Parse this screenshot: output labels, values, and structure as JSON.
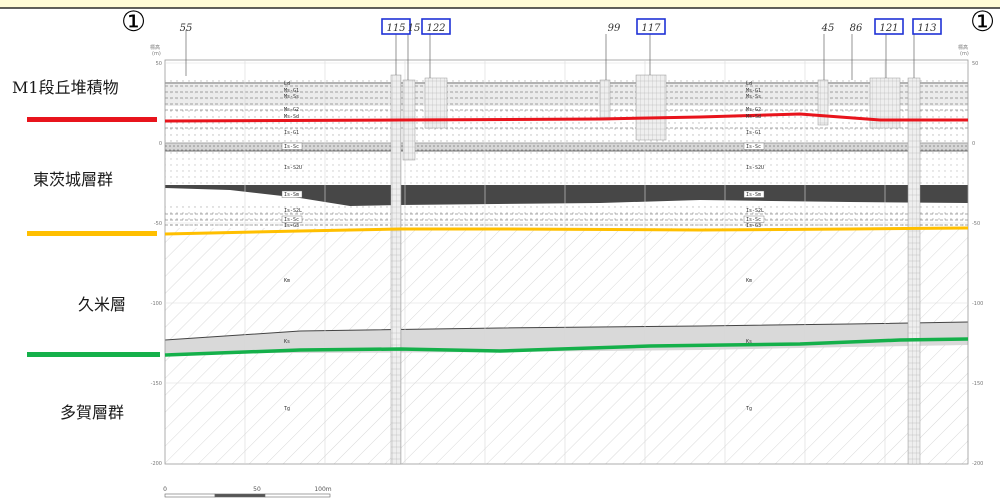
{
  "header": {
    "bg": "#fffbd6"
  },
  "section": {
    "left_marker": "①",
    "right_marker": "①"
  },
  "boreholes": [
    {
      "id": "55",
      "boxed": false
    },
    {
      "id": "115",
      "boxed": true
    },
    {
      "id": "15",
      "boxed": false
    },
    {
      "id": "122",
      "boxed": true
    },
    {
      "id": "99",
      "boxed": false
    },
    {
      "id": "117",
      "boxed": true
    },
    {
      "id": "45",
      "boxed": false
    },
    {
      "id": "86",
      "boxed": false
    },
    {
      "id": "121",
      "boxed": true
    },
    {
      "id": "113",
      "boxed": true
    }
  ],
  "axis": {
    "unit_label": "標高",
    "unit_sub": "(m)",
    "ticks": [
      "50",
      "0",
      "-50",
      "-100",
      "-150",
      "-200"
    ]
  },
  "legend": [
    {
      "label": "M1段丘堆積物",
      "color": "#e8141c"
    },
    {
      "label": "東茨城層群",
      "color": "#ffbf00"
    },
    {
      "label": "久米層",
      "color": "#14b04a"
    },
    {
      "label": "多賀層群",
      "color": ""
    }
  ],
  "layer_labels": {
    "left": [
      "Ld",
      "Ms-G1",
      "Ms-Ss",
      "Ms-G2",
      "Ms-Sd",
      "Is-G1",
      "Is-Sc",
      "Is-S2U",
      "Is-Sm",
      "Is-S2L",
      "Is-Sc",
      "Is-G3",
      "Km",
      "Ks",
      "Tg"
    ],
    "right": [
      "Ld",
      "Ms-G1",
      "Ms-Ss",
      "Ms-G2",
      "Ms-Sd",
      "Is-G1",
      "Is-Sc",
      "Is-S2U",
      "Is-Sm",
      "Is-S2L",
      "Is-Sc",
      "Is-G3",
      "Km",
      "Ks",
      "Tg"
    ]
  },
  "scale_bar": {
    "ticks": [
      "0",
      "50",
      "100m"
    ]
  }
}
